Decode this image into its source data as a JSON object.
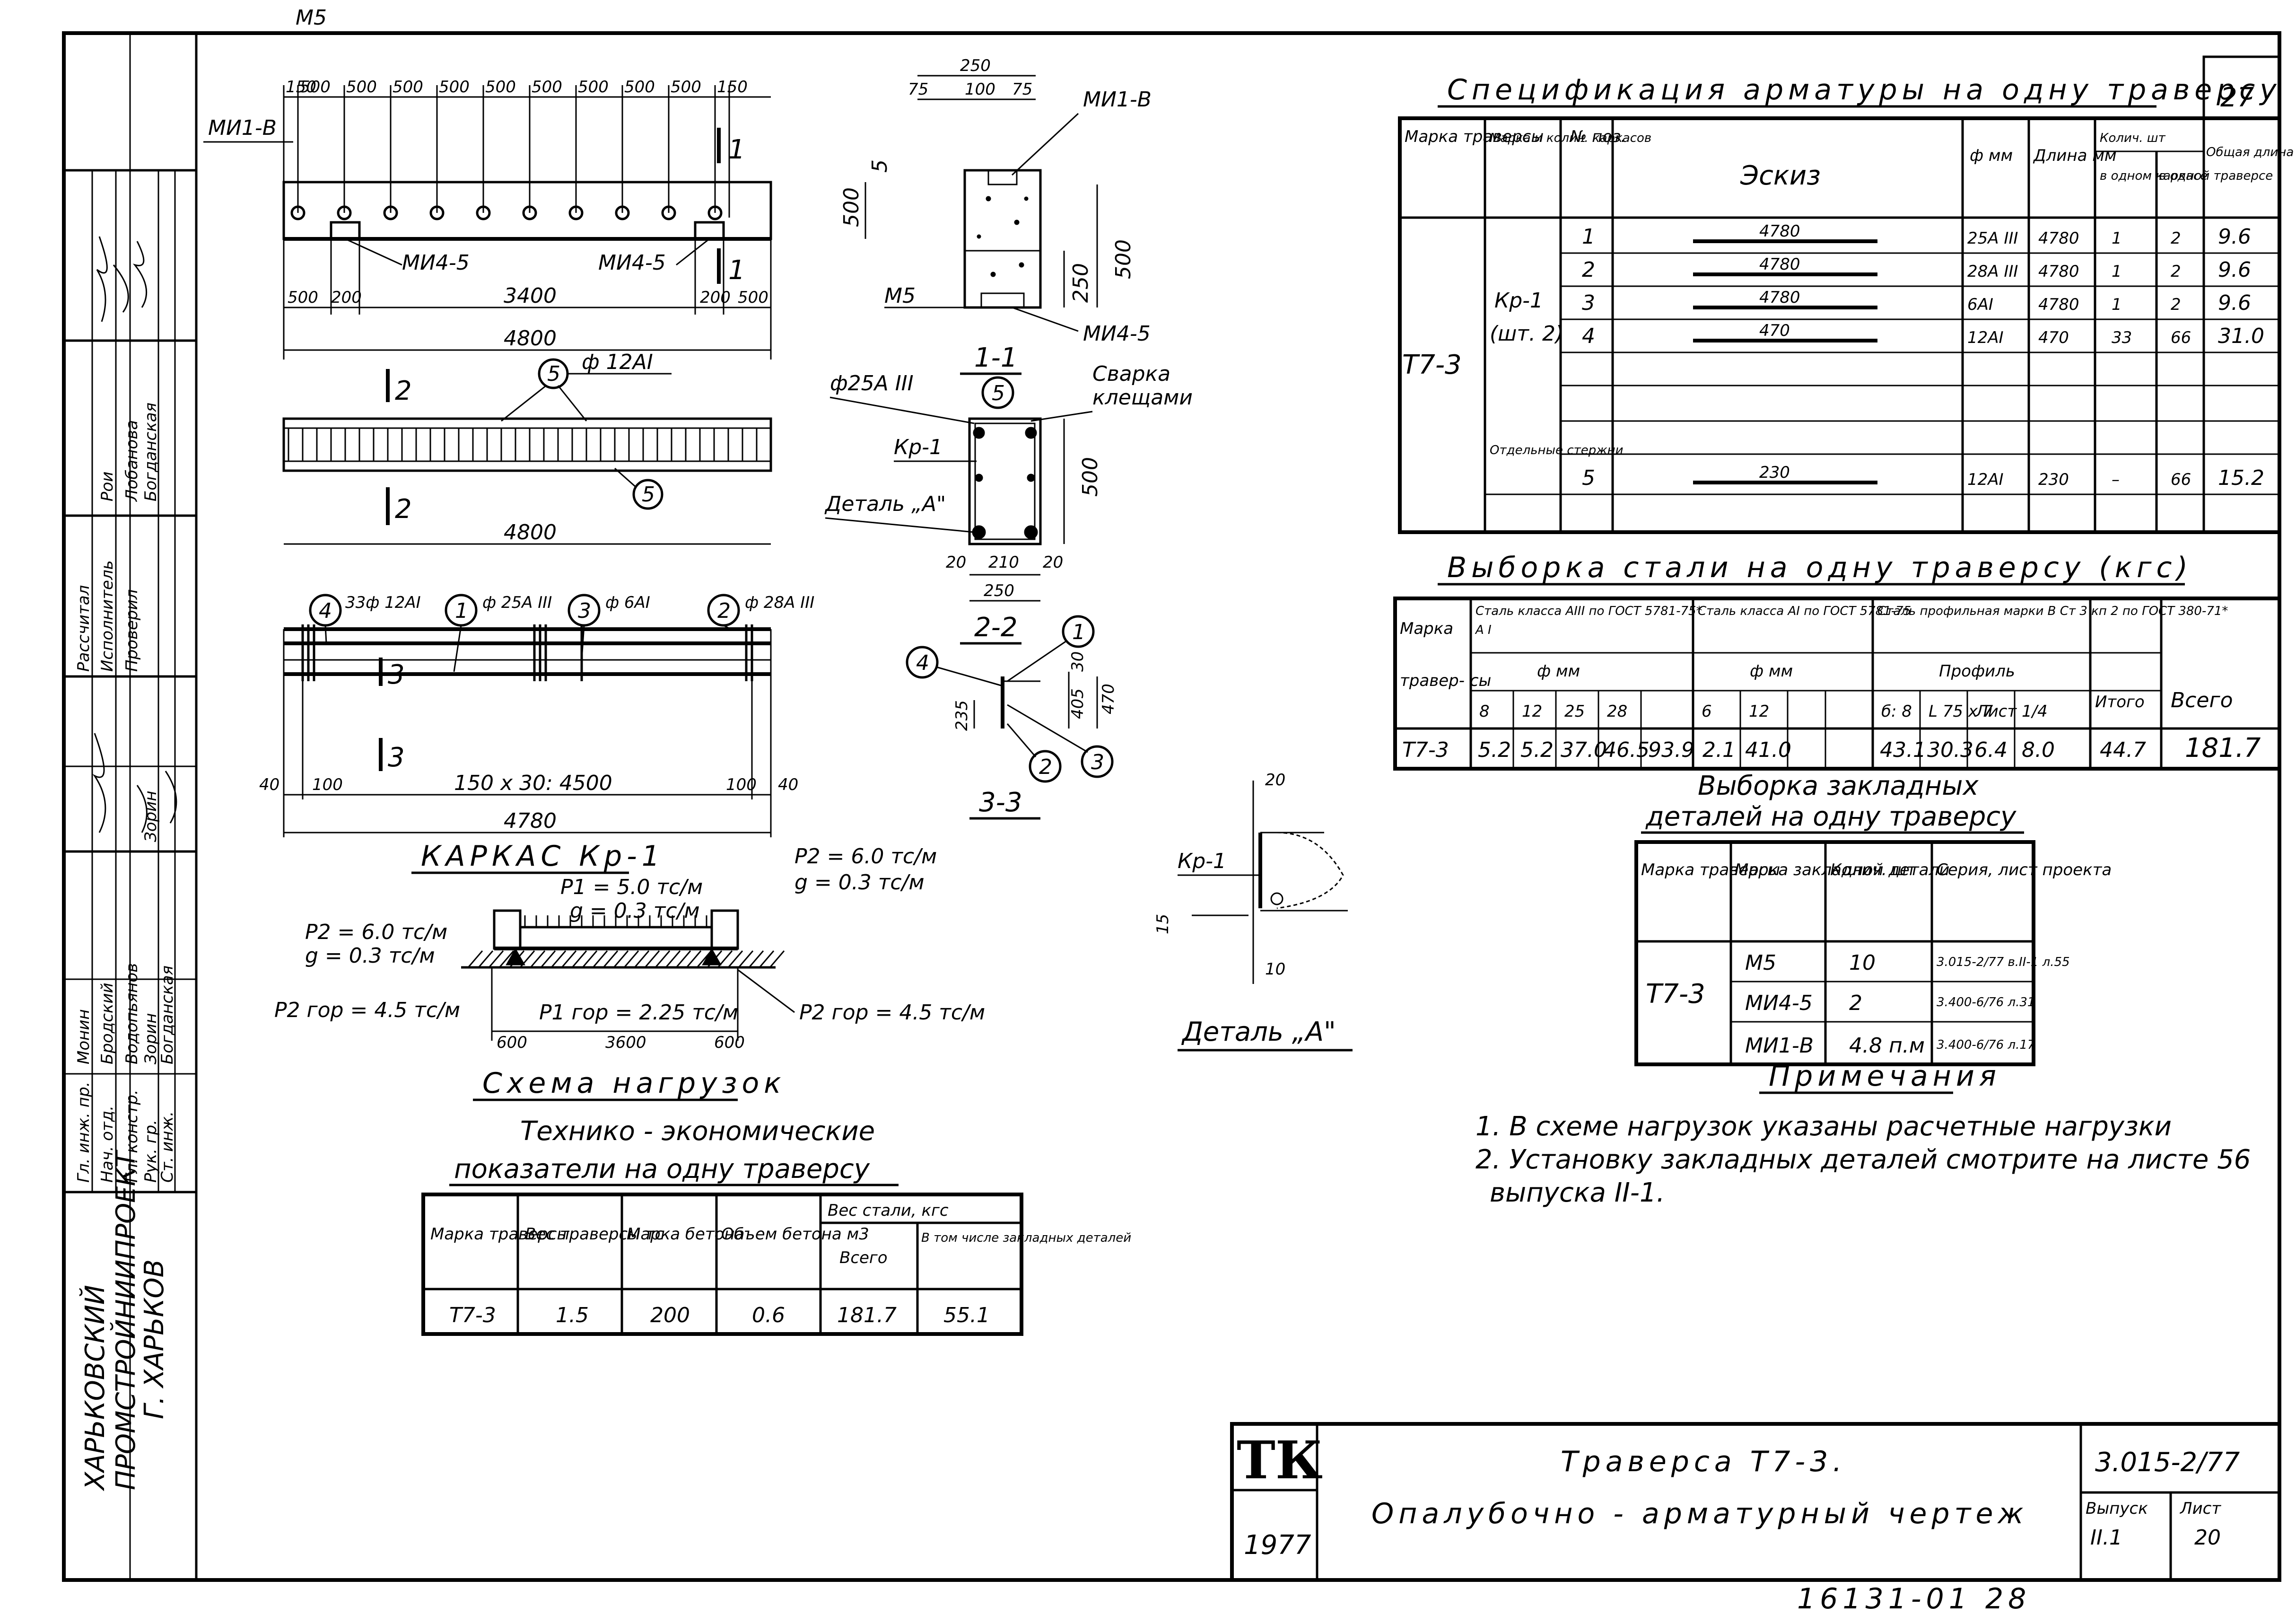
{
  "sheet_number_corner": "27",
  "stamp": {
    "org_line1": "ХАРЬКОВСКИЙ",
    "org_line2": "ПРОМСТРОЙНИИПРОЕКТ",
    "org_line3": "Г. ХАРЬКОВ",
    "roles": [
      "Гл. инж. пр.",
      "Нач. отд.",
      "Гл. констр.",
      "Рук. гр.",
      "Ст. инж."
    ],
    "names": [
      "Монин",
      "Бродский",
      "Водопьянов",
      "Зорин",
      "Богданская"
    ],
    "roles2": [
      "Рассчитал",
      "Исполнитель",
      "Проверил"
    ],
    "names2": [
      "Рои",
      "Лобанова",
      "Богданская"
    ],
    "sig_names": [
      "Зорин"
    ]
  },
  "top_view": {
    "label_m5": "М5",
    "label_mi1v": "МИ1-В",
    "label_mi4_left": "МИ4-5",
    "label_mi4_right": "МИ4-5",
    "section_mark": "1",
    "dims_top": [
      "150",
      "500",
      "500",
      "500",
      "500",
      "500",
      "500",
      "500",
      "500",
      "500",
      "150"
    ],
    "dim_500": "500",
    "dim_5": "5",
    "dims_bottom": [
      "500",
      "200",
      "3400",
      "200",
      "500"
    ],
    "dim_total": "4800"
  },
  "plan_view": {
    "section_mark": "2",
    "bar_label": "ф 12АI",
    "pos": "5",
    "dim_total": "4800"
  },
  "frame_view": {
    "section_mark": "3",
    "callouts": [
      {
        "pos": "4",
        "text": "33ф 12АI"
      },
      {
        "pos": "1",
        "text": "ф 25А III"
      },
      {
        "pos": "3",
        "text": "ф 6АI"
      },
      {
        "pos": "2",
        "text": "ф 28А III"
      }
    ],
    "dims": [
      "40",
      "100",
      "150 х 30: 4500",
      "100",
      "40"
    ],
    "dim_total": "4780",
    "caption": "КАРКАС  Кр-1"
  },
  "section_1_1": {
    "caption": "1-1",
    "dims_top": [
      "250",
      "75",
      "100",
      "75"
    ],
    "label_mi1v": "МИ1-В",
    "label_m5": "М5",
    "label_mi4": "МИ4-5",
    "dim_500": "500",
    "dim_250": "250"
  },
  "section_2_2": {
    "caption": "2-2",
    "bar": "ф25А III",
    "pos": "5",
    "weld": "Сварка",
    "weld2": "клещами",
    "frame": "Кр-1",
    "detail": "Деталь „А\"",
    "dim_500": "500",
    "dims_bottom": [
      "20",
      "210",
      "20"
    ],
    "dim_250": "250"
  },
  "section_3_3": {
    "caption": "3-3",
    "positions": [
      "4",
      "1",
      "2",
      "3"
    ],
    "dims": [
      "30",
      "405",
      "470",
      "235"
    ]
  },
  "detail_a": {
    "caption": "Деталь „А\"",
    "frame": "Кр-1",
    "dims": [
      "20",
      "15",
      "10"
    ]
  },
  "load_scheme": {
    "caption": "Схема нагрузок",
    "p2_left": "P2 = 6.0 тс/м",
    "g_left": "g = 0.3 тс/м",
    "p1": "P1 = 5.0 тс/м",
    "g_mid": "g = 0.3 тс/м",
    "p2_right": "P2 = 6.0 тс/м",
    "g_right": "g = 0.3 тс/м",
    "p2_gor_left": "P2 гор = 4.5 тс/м",
    "p1_gor": "P1 гор = 2.25 тс/м",
    "p2_gor_right": "P2 гор = 4.5 тс/м",
    "dims": [
      "600",
      "3600",
      "600"
    ]
  },
  "tech_table": {
    "title1": "Технико - экономические",
    "title2": "показатели на одну траверсу",
    "headers": [
      "Марка траверсы",
      "Вес траверсы тс",
      "Марка бетона",
      "Объем бетона м3",
      "Вес стали, кгс",
      "Всего",
      "В том числе закладных деталей"
    ],
    "row": [
      "Т7-3",
      "1.5",
      "200",
      "0.6",
      "181.7",
      "55.1"
    ]
  },
  "spec_table": {
    "title": "Спецификация арматуры на одну траверсу",
    "headers": [
      "Марка траверсы",
      "Марка и колич. каркасов",
      "№ поз.",
      "Эскиз",
      "ф мм",
      "Длина мм",
      "Колич. шт",
      "в одном каркасе",
      "в одной траверсе",
      "Общая длина м"
    ],
    "marka": "Т7-3",
    "karkas": "Кр-1",
    "karkas_qty": "(шт. 2)",
    "separate": "Отдельные стержни",
    "rows": [
      {
        "poz": "1",
        "sketch": "4780",
        "d": "25А III",
        "len": "4780",
        "n1": "1",
        "n2": "2",
        "total": "9.6"
      },
      {
        "poz": "2",
        "sketch": "4780",
        "d": "28А III",
        "len": "4780",
        "n1": "1",
        "n2": "2",
        "total": "9.6"
      },
      {
        "poz": "3",
        "sketch": "4780",
        "d": "6АI",
        "len": "4780",
        "n1": "1",
        "n2": "2",
        "total": "9.6"
      },
      {
        "poz": "4",
        "sketch": "470",
        "d": "12АI",
        "len": "470",
        "n1": "33",
        "n2": "66",
        "total": "31.0"
      },
      {
        "poz": "5",
        "sketch": "230",
        "d": "12АI",
        "len": "230",
        "n1": "–",
        "n2": "66",
        "total": "15.2"
      }
    ]
  },
  "steel_table": {
    "title": "Выборка стали на одну траверсу (кгс)",
    "h_marka": "Марка",
    "h_traver": "травер- сы",
    "h_class1": "Сталь класса АIII по ГОСТ 5781-75*",
    "h_class1b": "А I",
    "h_class2": "Сталь класса АI по ГОСТ 5781-75",
    "h_profile": "Сталь профильная марки В Ст 3 кп 2 по ГОСТ 380-71*",
    "h_fmm": "ф мм",
    "h_profil": "Профиль",
    "h_itogo": "Итого",
    "h_vsego": "Всего",
    "cols1": [
      "8",
      "12",
      "25",
      "28"
    ],
    "cols2": [
      "6",
      "12"
    ],
    "cols3": [
      "б: 8",
      "L 75 х 7",
      "Лист 1/4 "
    ],
    "row": [
      "Т7-3",
      "5.2",
      "5.2",
      "37.0",
      "46.5",
      "93.9",
      "2.1",
      "41.0",
      "43.1",
      "30.3",
      "6.4",
      "8.0",
      "44.7",
      "181.7"
    ]
  },
  "embedded_table": {
    "title1": "Выборка закладных",
    "title2": "деталей на одну траверсу",
    "headers": [
      "Марка траверсы",
      "Марка закладной детали",
      "Колич. шт",
      "Серия, лист проекта"
    ],
    "marka": "Т7-3",
    "rows": [
      {
        "mark": "М5",
        "qty": "10",
        "ref": "3.015-2/77 в.II-1 л.55"
      },
      {
        "mark": "МИ4-5",
        "qty": "2",
        "ref": "3.400-6/76 л.31"
      },
      {
        "mark": "МИ1-В",
        "qty": "4.8 п.м",
        "ref": "3.400-6/76 л.17"
      }
    ]
  },
  "notes": {
    "title": "Примечания",
    "items": [
      "1. В схеме нагрузок указаны расчетные нагрузки",
      "2. Установку закладных деталей смотрите на листе 56",
      "выпуска II-1."
    ]
  },
  "title_block": {
    "logo": "ТК",
    "year": "1977",
    "title": "Траверса Т7-3.",
    "subtitle": "Опалубочно - арматурный чертеж",
    "code": "3.015-2/77",
    "vypusk_label": "Выпуск",
    "vypusk": "II.1",
    "list_label": "Лист",
    "list": "20",
    "archive": "16131-01  28"
  }
}
